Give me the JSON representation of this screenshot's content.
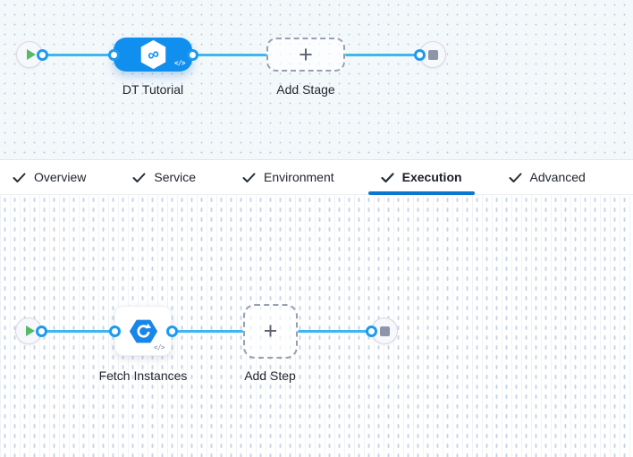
{
  "colors": {
    "stage_node_blue": "#108fee",
    "edge_blue": "#3db6f2",
    "port_ring_blue": "#1b9af0",
    "tab_underline_blue": "#0b78d0",
    "play_green": "#57ba68",
    "stop_gray": "#8f95a8",
    "step_icon_blue": "#1886e8"
  },
  "icons": {
    "play": "▶",
    "stop": "■",
    "plus": "+",
    "code_toggle": "</>",
    "infinity": "∞",
    "check": "✓",
    "fetch_step": "circular-arrow"
  },
  "stage_graph": {
    "stage_label": "DT Tutorial",
    "add_stage_label": "Add Stage"
  },
  "tabs": [
    {
      "label": "Overview",
      "checked": true
    },
    {
      "label": "Service",
      "checked": true
    },
    {
      "label": "Environment",
      "checked": true
    },
    {
      "label": "Execution",
      "checked": true,
      "active": true
    },
    {
      "label": "Advanced",
      "checked": true
    }
  ],
  "execution_graph": {
    "step_label": "Fetch Instances",
    "add_step_label": "Add Step"
  }
}
